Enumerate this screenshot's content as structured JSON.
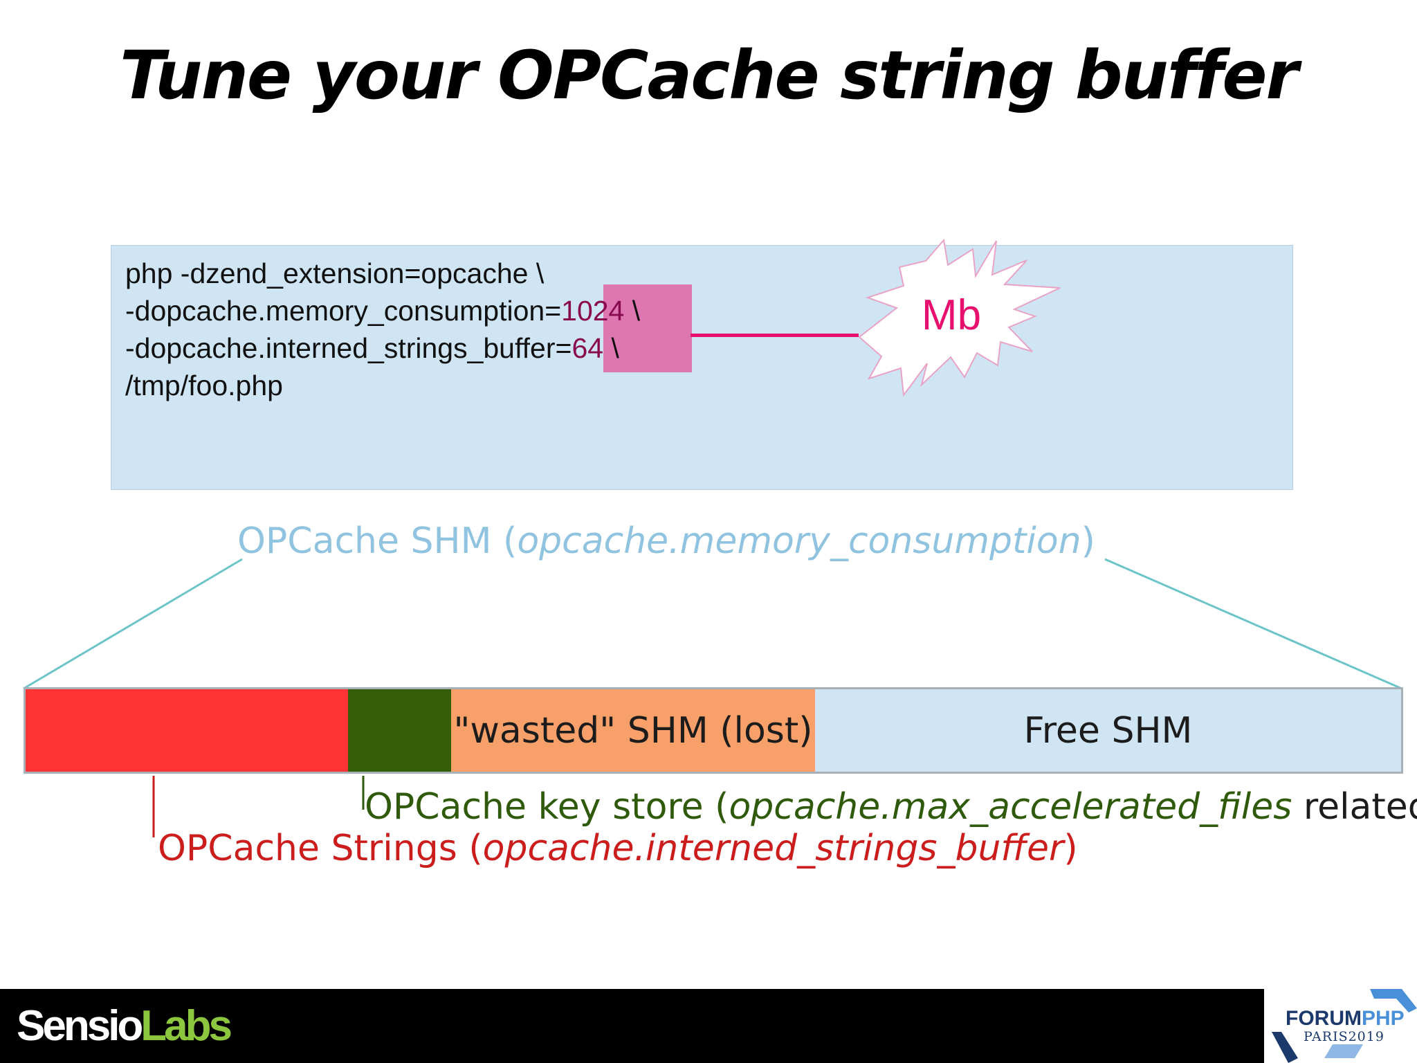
{
  "slide": {
    "title": "Tune your OPCache string buffer"
  },
  "code": {
    "line1": "php -dzend_extension=opcache \\",
    "line2_prefix": "-dopcache.memory_consumption=",
    "line2_value": "1024",
    "line2_suffix": " \\",
    "line3_prefix": "-dopcache.interned_strings_buffer=",
    "line3_value": "64",
    "line3_suffix": " \\",
    "line4": "/tmp/foo.php"
  },
  "callout": {
    "unit_label": "Mb"
  },
  "diagram": {
    "shm_title_prefix": "OPCache SHM (",
    "shm_title_setting": "opcache.memory_consumption",
    "shm_title_suffix": ")",
    "segments": {
      "wasted": "\"wasted\" SHM (lost)",
      "free": "Free SHM"
    },
    "key_store_prefix": "OPCache key store (",
    "key_store_setting": "opcache.max_accelerated_files",
    "key_store_suffix": " related",
    "strings_prefix": "OPCache Strings (",
    "strings_setting": "opcache.interned_strings_buffer",
    "strings_suffix": ")"
  },
  "footer": {
    "brand_left_white": "Sensio",
    "brand_left_green": "Labs",
    "brand_right_forum": "FORUM",
    "brand_right_php": "PHP",
    "brand_right_event": "PARIS2019"
  },
  "colors": {
    "accent_pink": "#e8106e",
    "code_box": "#cfe5f4",
    "strings_red": "#ff3333",
    "key_store_green": "#345e0a",
    "wasted_orange": "#f7a06a",
    "free_blue": "#cfe5f4"
  }
}
